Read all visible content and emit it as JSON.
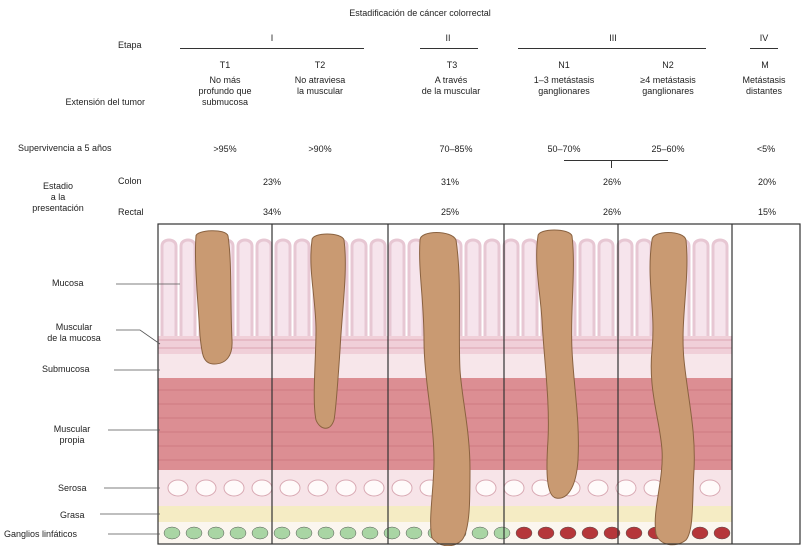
{
  "title": "Estadificación de cáncer colorrectal",
  "row_labels": {
    "stage": "Etapa",
    "tumor_extension": "Extensión del tumor",
    "survival": "Supervivencia a 5 años",
    "presentation": "Estadio\na la\npresentación",
    "colon": "Colon",
    "rectal": "Rectal"
  },
  "stages": [
    {
      "roman": "I"
    },
    {
      "roman": "II"
    },
    {
      "roman": "III"
    },
    {
      "roman": "IV"
    }
  ],
  "columns": [
    {
      "code": "T1",
      "extension": "No más\nprofundo que\nsubmucosa",
      "survival": ">95%"
    },
    {
      "code": "T2",
      "extension": "No atraviesa\nla muscular",
      "survival": ">90%"
    },
    {
      "code": "T3",
      "extension": "A través\nde la muscular",
      "survival": "70–85%"
    },
    {
      "code": "N1",
      "extension": "1–3 metástasis\nganglionares",
      "survival": "50–70%"
    },
    {
      "code": "N2",
      "extension": "≥4 metástasis\nganglionares",
      "survival": "25–60%"
    },
    {
      "code": "M",
      "extension": "Metástasis\ndistantes",
      "survival": "<5%"
    }
  ],
  "presentation_values": {
    "colon": [
      "23%",
      "31%",
      "26%",
      "20%"
    ],
    "rectal": [
      "34%",
      "25%",
      "26%",
      "15%"
    ]
  },
  "layer_labels": {
    "mucosa": "Mucosa",
    "muscularis_mucosae": "Muscular\nde la mucosa",
    "submucosa": "Submucosa",
    "muscularis_propria": "Muscular\npropia",
    "serosa": "Serosa",
    "fat": "Grasa",
    "lymph_nodes": "Ganglios linfáticos"
  },
  "colors": {
    "tumor": "#c99a72",
    "tumor_stroke": "#8a6240",
    "mucosa": "#f6e4ec",
    "villus": "#e7c7d3",
    "muscularis": "#dc8e93",
    "muscle_line": "#c97479",
    "submucosa": "#f7e6ea",
    "fat": "#f5ecc4",
    "node_normal": "#a9d5a4",
    "node_metastatic": "#b5363a"
  }
}
